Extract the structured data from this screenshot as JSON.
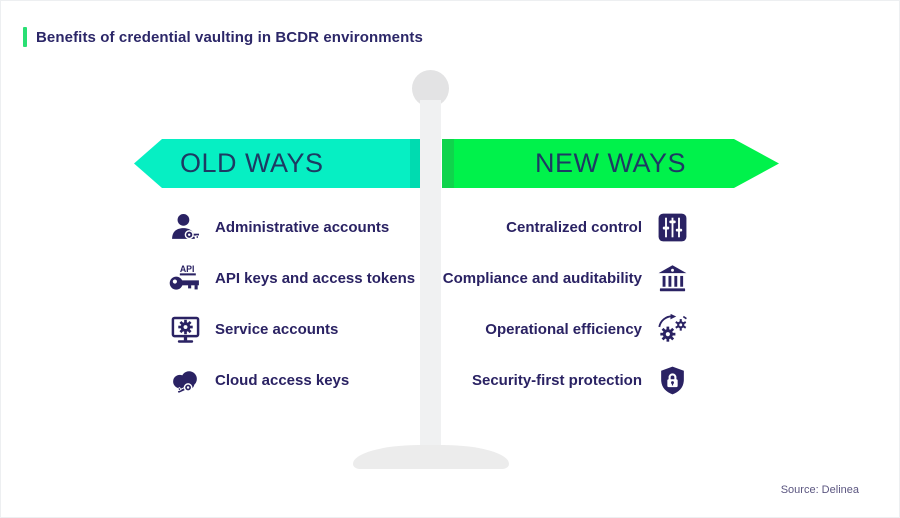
{
  "title": {
    "text": "Benefits of credential vaulting in BCDR environments"
  },
  "signpost": {
    "old_ways": {
      "label": "OLD WAYS",
      "arrow_color": "#06efc3",
      "arrow_shade": "#00dbb0",
      "direction": "left"
    },
    "new_ways": {
      "label": "NEW WAYS",
      "arrow_color": "#00f24b",
      "arrow_shade": "#10d44c",
      "direction": "right"
    }
  },
  "old_ways_items": [
    {
      "label": "Administrative accounts",
      "icon": "admin-user-icon"
    },
    {
      "label": "API keys and access tokens",
      "icon": "api-key-icon",
      "icon_text": "API"
    },
    {
      "label": "Service accounts",
      "icon": "service-account-icon"
    },
    {
      "label": "Cloud access keys",
      "icon": "cloud-key-icon"
    }
  ],
  "new_ways_items": [
    {
      "label": "Centralized control",
      "icon": "sliders-icon"
    },
    {
      "label": "Compliance and auditability",
      "icon": "bank-icon"
    },
    {
      "label": "Operational efficiency",
      "icon": "gears-icon"
    },
    {
      "label": "Security-first protection",
      "icon": "shield-lock-icon"
    }
  ],
  "source": {
    "text": "Source: Delinea"
  },
  "colors": {
    "ink": "#2a2263",
    "title_text": "#2c2768",
    "arrow_text": "#1d3a63",
    "accent_green": "#2adf74",
    "pole_gray": "#f0f1f2",
    "cap_gray": "#e3e3e4",
    "base_gray": "#ececec",
    "source_text": "#5b5680"
  }
}
